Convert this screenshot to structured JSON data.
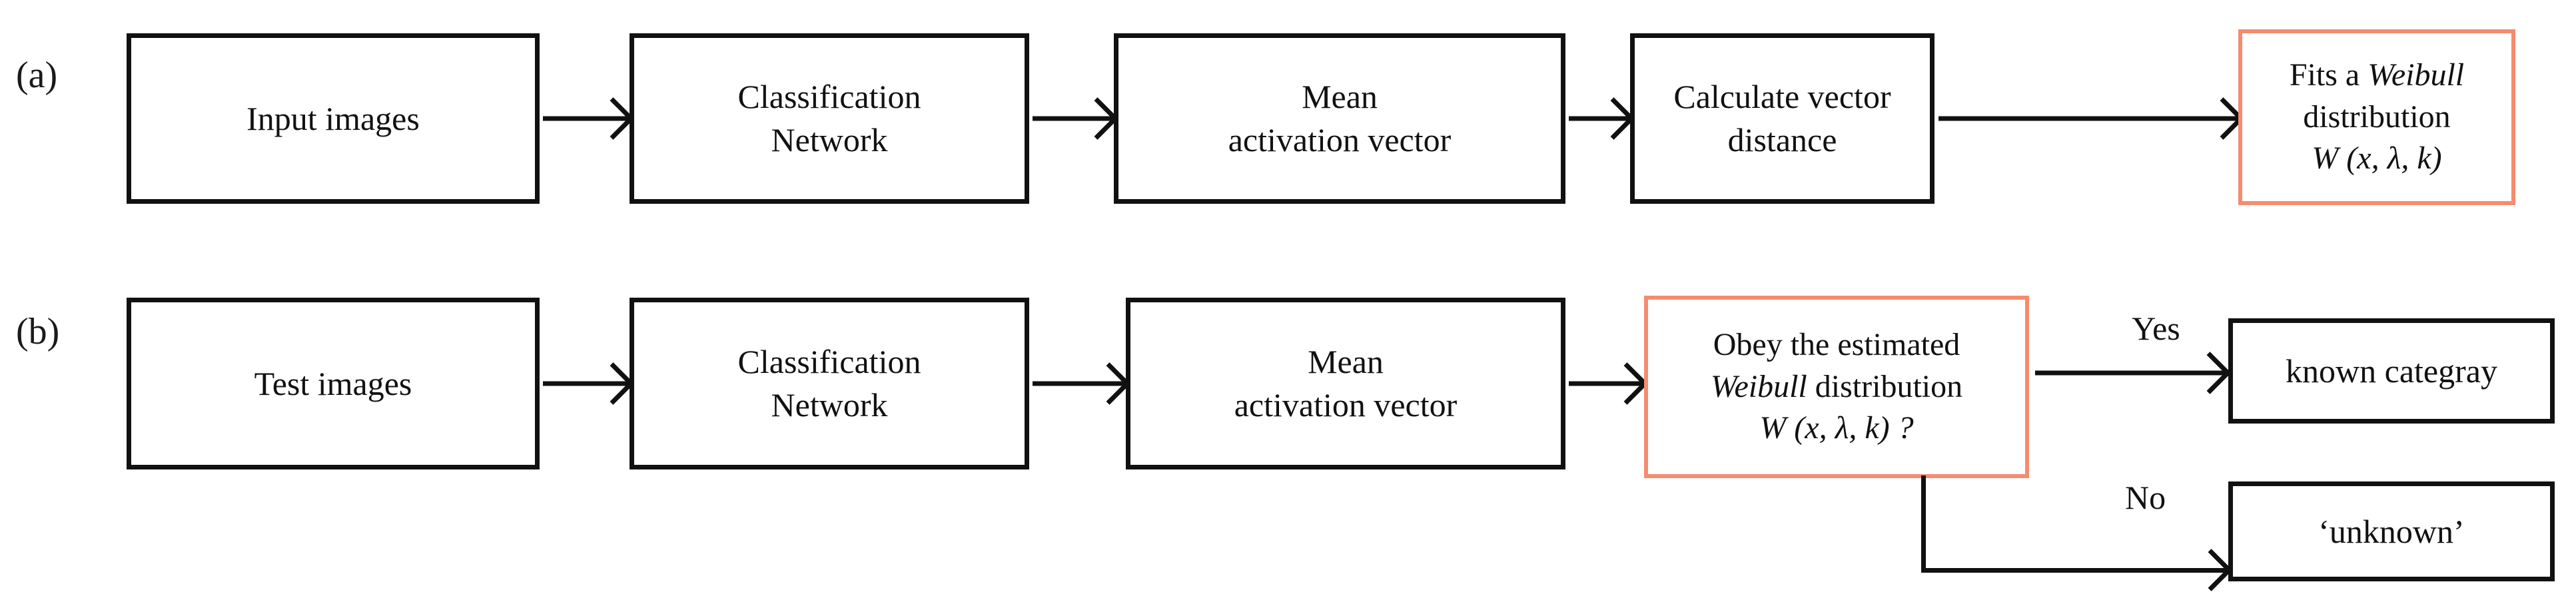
{
  "figure": {
    "type": "flowchart",
    "panels": [
      {
        "id": "a",
        "label": "(a)",
        "description": "Training stage: fit a Weibull distribution to activation vector distances",
        "nodes": [
          {
            "id": "a1",
            "label": "Input images",
            "style": "plain"
          },
          {
            "id": "a2",
            "label": "Classification\nNetwork",
            "style": "plain"
          },
          {
            "id": "a3",
            "label": "Mean\nactivation vector",
            "style": "plain"
          },
          {
            "id": "a4",
            "label": "Calculate vector\ndistance",
            "style": "plain"
          },
          {
            "id": "a5",
            "label": "Fits  a Weibull\ndistribution\nW (x, λ, k)",
            "line1_plain": "Fits  a ",
            "line1_italic": "Weibull",
            "line2": "distribution",
            "line3_italic_w": "W",
            "line3_rest": " (x, λ, k)",
            "style": "accent"
          }
        ],
        "edges": [
          {
            "from": "a1",
            "to": "a2",
            "label": ""
          },
          {
            "from": "a2",
            "to": "a3",
            "label": ""
          },
          {
            "from": "a3",
            "to": "a4",
            "label": ""
          },
          {
            "from": "a4",
            "to": "a5",
            "label": ""
          }
        ]
      },
      {
        "id": "b",
        "label": "(b)",
        "description": "Testing stage: accept as known category or reject as unknown",
        "nodes": [
          {
            "id": "b1",
            "label": "Test images",
            "style": "plain"
          },
          {
            "id": "b2",
            "label": "Classification\nNetwork",
            "style": "plain"
          },
          {
            "id": "b3",
            "label": "Mean\nactivation vector",
            "style": "plain"
          },
          {
            "id": "b4",
            "label": "Obey the estimated\nWeibull distribution\nW (x, λ, k) ?",
            "line1": "Obey the estimated",
            "line2_italic": "Weibull",
            "line2_rest": " distribution",
            "line3_italic_w": "W",
            "line3_rest": " (x, λ, k) ?",
            "style": "accent"
          },
          {
            "id": "b5",
            "label": "known categray",
            "style": "plain"
          },
          {
            "id": "b6",
            "label": "‘unknown’",
            "style": "plain"
          }
        ],
        "edges": [
          {
            "from": "b1",
            "to": "b2",
            "label": ""
          },
          {
            "from": "b2",
            "to": "b3",
            "label": ""
          },
          {
            "from": "b3",
            "to": "b4",
            "label": ""
          },
          {
            "from": "b4",
            "to": "b5",
            "label": "Yes"
          },
          {
            "from": "b4",
            "to": "b6",
            "label": "No"
          }
        ]
      }
    ],
    "colors": {
      "accent_border": "#F68B6E",
      "plain_border": "#111111",
      "text": "#111111",
      "background": "#FFFFFF"
    }
  }
}
